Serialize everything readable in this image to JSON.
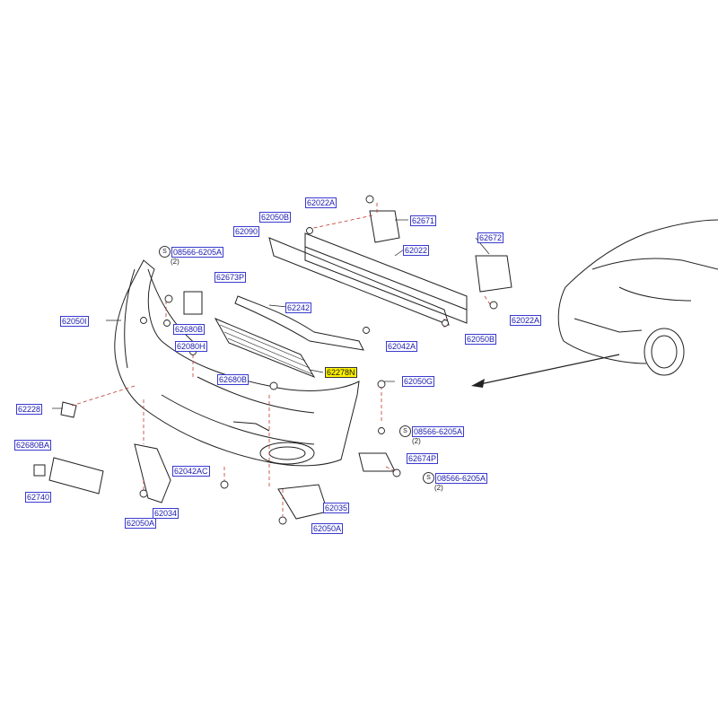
{
  "labels": {
    "p62022A_top": "62022A",
    "p62050B_top": "62050B",
    "p62671": "62671",
    "p62090": "62090",
    "p62022": "62022",
    "p62672": "62672",
    "p08566_6205A_top": "08566-6205A",
    "p62673P": "62673P",
    "p62242": "62242",
    "p62050I": "62050I",
    "p62680B_upper": "62680B",
    "p62080H": "62080H",
    "p62042A": "62042A",
    "p62050B_right": "62050B",
    "p62022A_right": "62022A",
    "p62278N": "62278N",
    "p62050G": "62050G",
    "p62680B_mid": "62680B",
    "p62228": "62228",
    "p08566_6205A_mid": "08566-6205A",
    "p62680BA": "62680BA",
    "p62674P": "62674P",
    "p62042AC": "62042AC",
    "p08566_6205A_low": "08566-6205A",
    "p62740": "62740",
    "p62035": "62035",
    "p62034": "62034",
    "p62050A_left": "62050A",
    "p62050A_bottom": "62050A"
  },
  "quantities": {
    "q_top": "(2)",
    "q_mid": "(2)",
    "q_low": "(2)"
  },
  "symbols": {
    "s": "S"
  },
  "highlight_color": "#fff200",
  "label_color": "#1a1ab0"
}
